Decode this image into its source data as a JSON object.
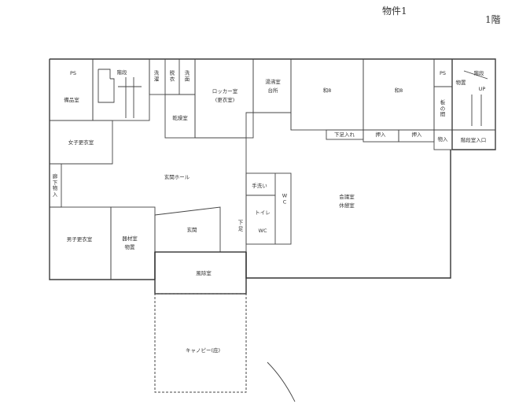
{
  "header": {
    "title": "物件1",
    "floor": "1階"
  },
  "rooms": {
    "ps_left": "PS",
    "storage_left": "備品室",
    "stairs_left": "階段",
    "washroom1": "洗濯",
    "laundry": "脱衣",
    "washroom2": "洗面",
    "locker": "ロッカー室",
    "locker_sub": "(更衣室)",
    "pantry": "湯沸室",
    "pantry_sub": "台所",
    "washitsu1": "和8",
    "washitsu2": "和8",
    "ps_right": "PS",
    "storage_right": "物置",
    "stairs_right": "階段",
    "stairs_up": "UP",
    "board_room": "板の間",
    "women_locker": "女子更衣室",
    "hall_closet": "廊下物入",
    "entrance_hall": "玄関ホール",
    "drying_room": "乾燥室",
    "shoe_storage": "下足入れ",
    "closet1": "押入",
    "closet2": "押入",
    "closet3": "物入",
    "stair_entrance": "階段室入口",
    "handwash": "手洗い",
    "wc_vertical": "WC",
    "toilet": "トイレ",
    "wc": "WC",
    "assembly": "会議室",
    "assembly_sub": "休憩室",
    "men_locker": "男子更衣室",
    "equipment": "器材室",
    "equipment_sub": "物置",
    "genkan": "玄関",
    "genkan_side": "下足",
    "windbreak": "風除室",
    "canopy": "キャノピー(庇)"
  }
}
